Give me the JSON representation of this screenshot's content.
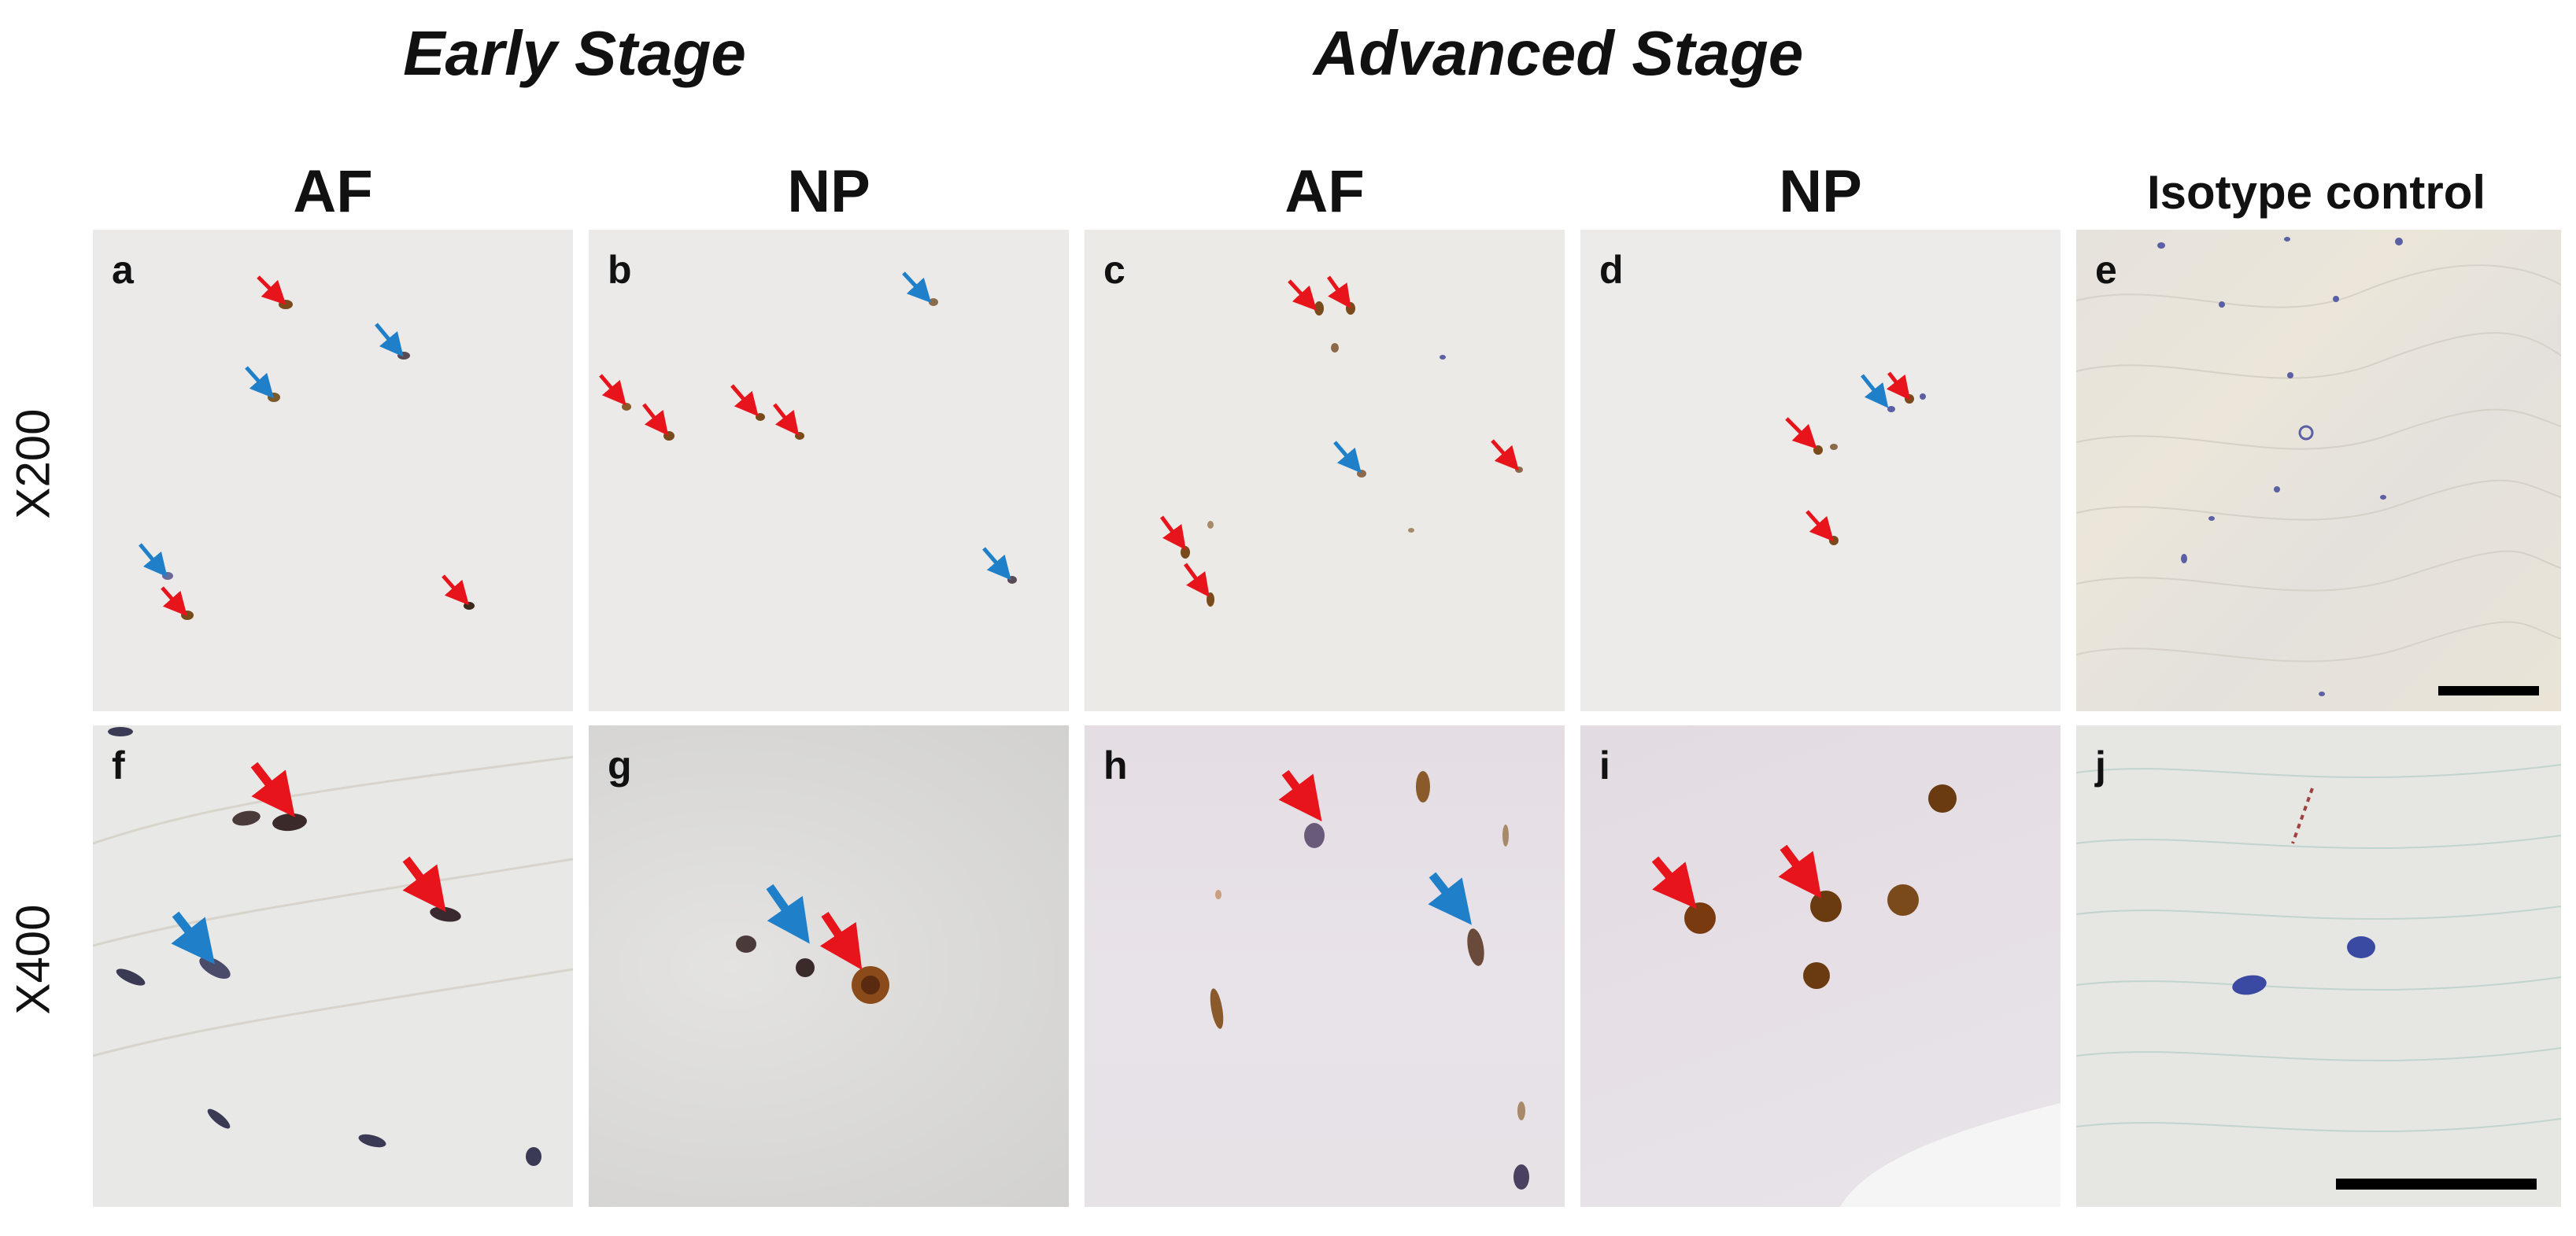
{
  "headers": {
    "stage_early": "Early Stage",
    "stage_advanced": "Advanced Stage",
    "col_af_1": "AF",
    "col_np_1": "NP",
    "col_af_2": "AF",
    "col_np_2": "NP",
    "col_isotype": "Isotype control"
  },
  "rows": {
    "row_top": "X200",
    "row_bottom": "X400"
  },
  "panels": {
    "a": "a",
    "b": "b",
    "c": "c",
    "d": "d",
    "e": "e",
    "f": "f",
    "g": "g",
    "h": "h",
    "i": "i",
    "j": "j"
  },
  "colors": {
    "arrow_red": "#e8141c",
    "arrow_blue": "#1f7fc9",
    "stain_brown": "#7a4a1a",
    "nucleus_blue": "#5b5fa3"
  }
}
